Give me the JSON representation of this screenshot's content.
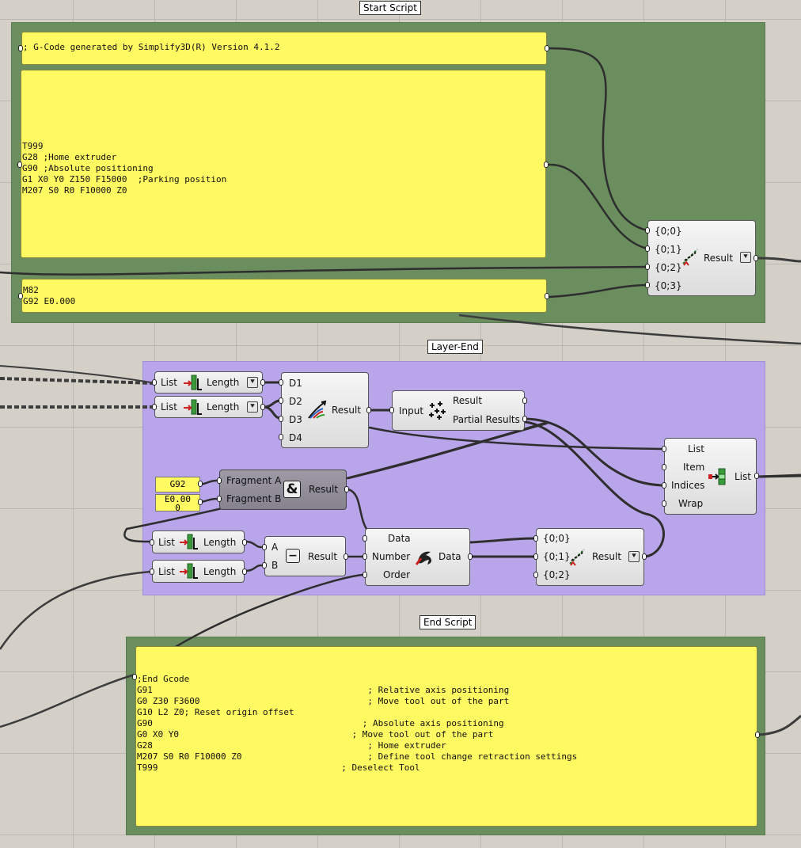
{
  "groups": {
    "start": "Start Script",
    "layer": "Layer-End",
    "end": "End Script"
  },
  "start_panels": {
    "header": "; G-Code generated by Simplify3D(R) Version 4.1.2",
    "body": "T999\nG28 ;Home extruder\nG90 ;Absolute positioning\nG1 X0 Y0 Z150 F15000  ;Parking position\nM207 S0 R0 F10000 Z0",
    "tail": "M82\nG92 E0.000"
  },
  "entwine": {
    "inputs": [
      "{0;0}",
      "{0;1}",
      "{0;2}",
      "{0;3}"
    ],
    "output": "Result"
  },
  "list_length": {
    "in": "List",
    "out": "Length"
  },
  "merge": {
    "inputs": [
      "D1",
      "D2",
      "D3",
      "D4"
    ],
    "output": "Result"
  },
  "mass_addition": {
    "input": "Input",
    "outputs": [
      "Result",
      "Partial Results"
    ]
  },
  "panels_small": {
    "g92": "G92",
    "e0": "E0.00\n0"
  },
  "concat": {
    "inputs": [
      "Fragment A",
      "Fragment B"
    ],
    "output": "Result",
    "symbol": "&"
  },
  "subtract": {
    "inputs": [
      "A",
      "B"
    ],
    "output": "Result",
    "symbol": "−"
  },
  "insert_items": {
    "inputs": [
      "Data",
      "Number",
      "Order"
    ],
    "output": "Data"
  },
  "entwine2": {
    "inputs": [
      "{0;0}",
      "{0;1}",
      "{0;2}"
    ],
    "output": "Result"
  },
  "list_item": {
    "inputs": [
      "List",
      "Item",
      "Indices",
      "Wrap"
    ],
    "output": "List"
  },
  "end_panel": {
    "body": ";End Gcode\nG91                                         ; Relative axis positioning\nG0 Z30 F3600                                ; Move tool out of the part\nG10 L2 Z0; Reset origin offset\nG90                                        ; Absolute axis positioning\nG0 X0 Y0                                 ; Move tool out of the part\nG28                                         ; Home extruder\nM207 S0 R0 F10000 Z0                        ; Define tool change retraction settings\nT999                                   ; Deselect Tool"
  },
  "colors": {
    "canvas": "#d4d0c8",
    "green_group": "#6a8e5e",
    "purple_group": "#b9a6ea",
    "panel_yellow": "#fff962"
  }
}
